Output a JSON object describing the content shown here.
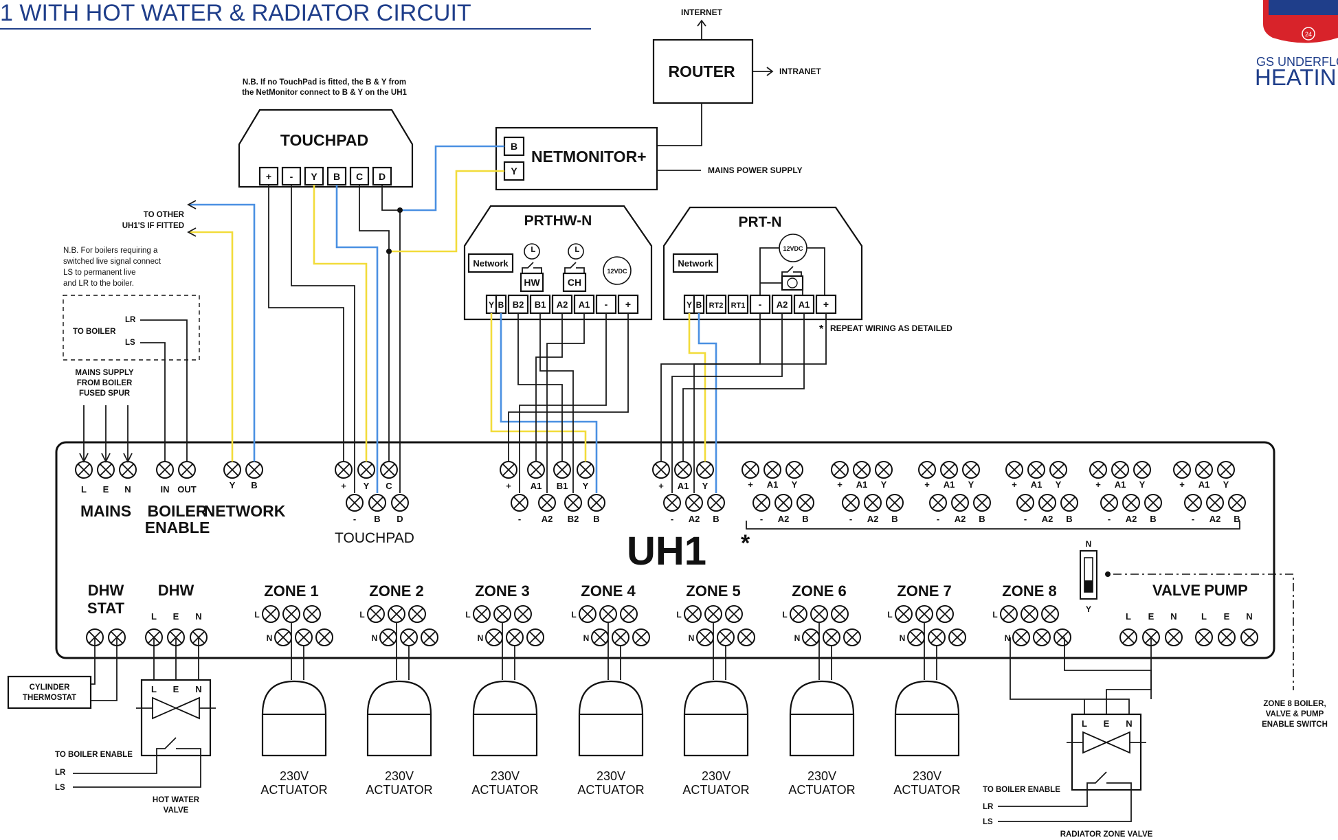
{
  "title": "1 WITH HOT WATER & RADIATOR CIRCUIT",
  "logo": {
    "line1": "GS UNDERFLO",
    "line2": "HEATIN",
    "badge": "24"
  },
  "network": {
    "internet": "INTERNET",
    "router": "ROUTER",
    "intranet": "INTRANET",
    "netmonitor": "NETMONITOR+",
    "mains_power": "MAINS POWER SUPPLY",
    "nm_b": "B",
    "nm_y": "Y"
  },
  "touchpad": {
    "title": "TOUCHPAD",
    "note_l1": "N.B. If no TouchPad is fitted, the B & Y from",
    "note_l2": "the NetMonitor connect to B & Y on the UH1",
    "terminals": [
      "+",
      "-",
      "Y",
      "B",
      "C",
      "D"
    ]
  },
  "prthw": {
    "title": "PRTHW-N",
    "network": "Network",
    "hw": "HW",
    "ch": "CH",
    "v12": "12VDC",
    "terminals": [
      "Y",
      "B",
      "B2",
      "B1",
      "A2",
      "A1",
      "-",
      "+"
    ]
  },
  "prt": {
    "title": "PRT-N",
    "network": "Network",
    "v12": "12VDC",
    "terminals": [
      "Y",
      "B",
      "RT2",
      "RT1",
      "-",
      "A2",
      "A1",
      "+"
    ]
  },
  "repeat_note": "REPEAT WIRING AS DETAILED",
  "left_notes": {
    "to_other_l1": "TO OTHER",
    "to_other_l2": "UH1'S IF FITTED",
    "nb_l1": "N.B. For boilers requiring a",
    "nb_l2": "switched live signal connect",
    "nb_l3": "LS to permanent live",
    "nb_l4": "and LR to the boiler.",
    "to_boiler": "TO BOILER",
    "lr": "LR",
    "ls": "LS",
    "mains_l1": "MAINS SUPPLY",
    "mains_l2": "FROM BOILER",
    "mains_l3": "FUSED SPUR"
  },
  "uh1": {
    "name": "UH1",
    "star": "*",
    "mains": "MAINS",
    "mains_terms": [
      "L",
      "E",
      "N"
    ],
    "boiler_l1": "BOILER",
    "boiler_l2": "ENABLE",
    "boiler_terms": [
      "IN",
      "OUT"
    ],
    "network": "NETWORK",
    "network_terms": [
      "Y",
      "B"
    ],
    "touchpad": "TOUCHPAD",
    "tp_top": [
      "+",
      "Y",
      "C"
    ],
    "tp_bot": [
      "-",
      "B",
      "D"
    ],
    "th_top": [
      "+",
      "A1",
      "B1",
      "Y"
    ],
    "th_bot": [
      "-",
      "A2",
      "B2",
      "B"
    ],
    "z_top": [
      "+",
      "A1",
      "Y"
    ],
    "z_bot": [
      "-",
      "A2",
      "B"
    ],
    "dhw_stat_l1": "DHW",
    "dhw_stat_l2": "STAT",
    "dhw": "DHW",
    "len": [
      "L",
      "E",
      "N"
    ],
    "zones": [
      "ZONE 1",
      "ZONE 2",
      "ZONE 3",
      "ZONE 4",
      "ZONE 5",
      "ZONE 6",
      "ZONE 7",
      "ZONE 8"
    ],
    "zl": "L",
    "zn": "N",
    "valve": "VALVE",
    "pump": "PUMP",
    "sw_n": "N",
    "sw_y": "Y"
  },
  "bottom": {
    "cyl_l1": "CYLINDER",
    "cyl_l2": "THERMOSTAT",
    "to_boiler_enable": "TO BOILER ENABLE",
    "lr": "LR",
    "ls": "LS",
    "hwv_l1": "HOT WATER",
    "hwv_l2": "VALVE",
    "act_l1": "230V",
    "act_l2": "ACTUATOR",
    "rzv": "RADIATOR ZONE VALVE",
    "z8_l1": "ZONE 8 BOILER,",
    "z8_l2": "VALVE & PUMP",
    "z8_l3": "ENABLE SWITCH",
    "valve_len": [
      "L",
      "E",
      "N"
    ]
  },
  "colors": {
    "blue_wire": "#4a90e2",
    "yellow_wire": "#f2dc3a",
    "title_blue": "#1f3e8a",
    "logo_red": "#d8232a"
  }
}
